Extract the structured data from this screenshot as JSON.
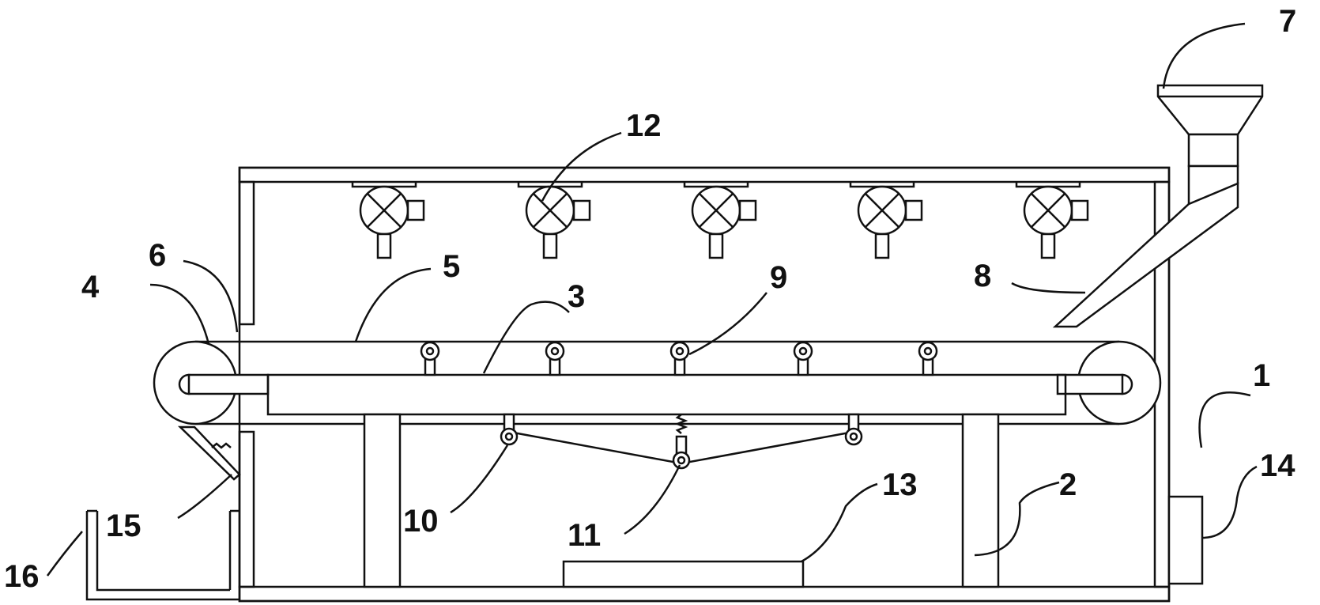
{
  "diagram": {
    "labels": [
      "1",
      "2",
      "3",
      "4",
      "5",
      "6",
      "7",
      "8",
      "9",
      "10",
      "11",
      "12",
      "13",
      "14",
      "15",
      "16"
    ],
    "colors": {
      "stroke": "#111111",
      "background": "#ffffff"
    },
    "sprayer_count": 5,
    "upper_roller_count": 5,
    "lower_roller_count": 3
  }
}
